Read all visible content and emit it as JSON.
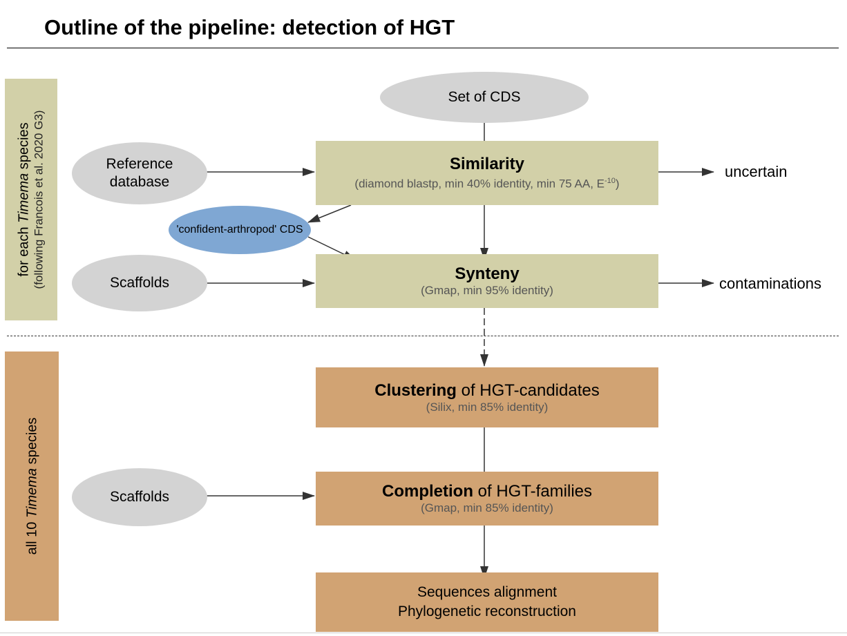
{
  "title": "Outline of the pipeline: detection of HGT",
  "side_labels": {
    "per_species_prefix": "for each ",
    "per_species_italic": "Timema",
    "per_species_suffix": " species",
    "per_species_ref": "(following Francois et al. 2020 G3)",
    "all_prefix": "all 10 ",
    "all_italic": "Timema",
    "all_suffix": " species"
  },
  "inputs": {
    "set_of_cds": "Set of CDS",
    "reference_db": "Reference database",
    "scaffolds_1": "Scaffolds",
    "scaffolds_2": "Scaffolds",
    "confident_arthropod": "'confident-arthropod' CDS"
  },
  "steps": {
    "similarity": {
      "title": "Similarity",
      "sub": "(diamond blastp, min 40% identity, min 75 AA, E",
      "sup": "-10",
      "sub_end": ")"
    },
    "synteny": {
      "title": "Synteny",
      "sub": "(Gmap, min 95% identity)"
    },
    "clustering": {
      "title_bold": "Clustering",
      "title_rest": " of HGT-candidates",
      "sub": "(Silix, min 85% identity)"
    },
    "completion": {
      "title_bold": "Completion",
      "title_rest": " of HGT-families",
      "sub": "(Gmap, min 85% identity)"
    },
    "final": {
      "line1": "Sequences alignment",
      "line2": "Phylogenetic reconstruction"
    }
  },
  "outputs": {
    "uncertain": "uncertain",
    "contaminations": "contaminations"
  }
}
